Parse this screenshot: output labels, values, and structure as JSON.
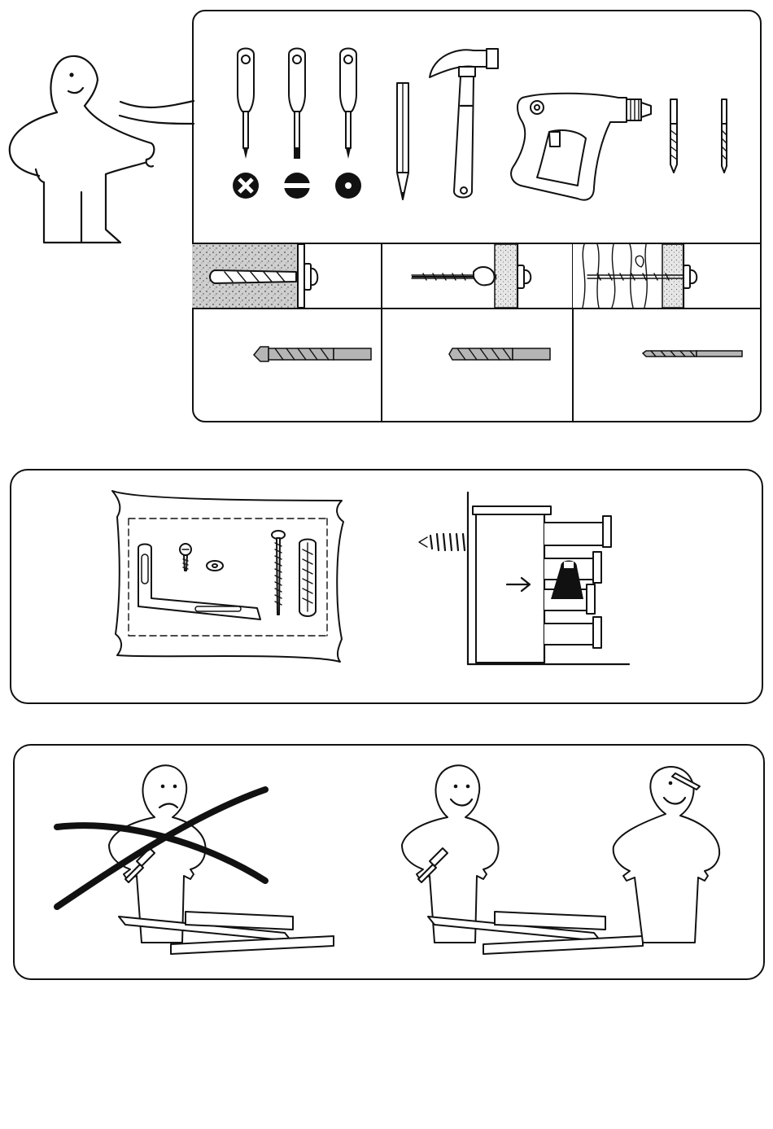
{
  "page": {
    "description_text": ""
  },
  "panels": {
    "tools": {
      "screwdrivers": [
        "phillips-screwdriver",
        "flat-screwdriver",
        "torx-screwdriver"
      ],
      "tool_icons": [
        "pencil-icon",
        "hammer-icon",
        "drill-icon",
        "drill-bit-icon",
        "drill-bit-icon"
      ],
      "wall_types": [
        "concrete-wall",
        "plasterboard-wall",
        "wood-wall"
      ]
    },
    "wall_fixing": {
      "items": [
        "angle-bracket",
        "screw",
        "washer",
        "long-screw",
        "wall-plug"
      ]
    },
    "assembly_advice": {
      "scenes": [
        "one-person-crossed-out",
        "two-people-ok"
      ]
    }
  }
}
